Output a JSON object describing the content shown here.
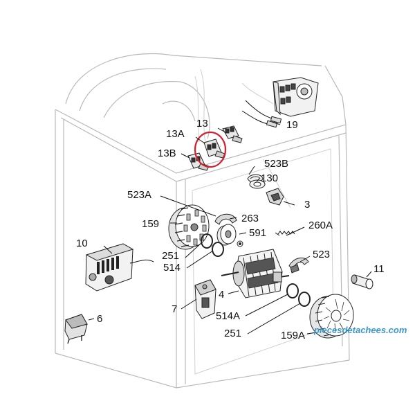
{
  "callouts": {
    "c13": "13",
    "c13A": "13A",
    "c13B": "13B",
    "c19": "19",
    "c523B": "523B",
    "c130": "130",
    "c3": "3",
    "c523A": "523A",
    "c263": "263",
    "c591": "591",
    "c159": "159",
    "c260A": "260A",
    "c10": "10",
    "c251a": "251",
    "c514a": "514",
    "c523": "523",
    "c11": "11",
    "c7": "7",
    "c4": "4",
    "c6": "6",
    "c514A": "514A",
    "c251b": "251",
    "c159A": "159A"
  },
  "watermark": "piecesdetachees.com",
  "highlight_color": "#d3212c",
  "watermark_color": "#3b97c9"
}
